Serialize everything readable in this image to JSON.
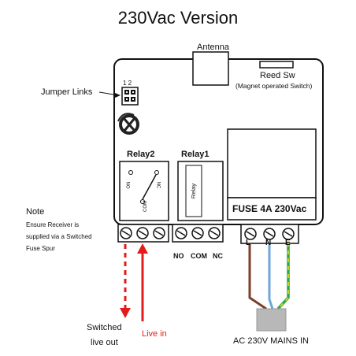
{
  "title": "230Vac Version",
  "labels": {
    "antenna": "Antenna",
    "reed_sw": "Reed Sw",
    "magnet": "(Magnet operated Switch)",
    "jumper_links": "Jumper Links",
    "jumper_numbers": "1 2",
    "relay2": "Relay2",
    "relay1": "Relay1",
    "relay_text": "Relay",
    "contact_no": "NO",
    "contact_nc": "NC",
    "contact_com": "COM",
    "fuse": "FUSE 4A 230Vac",
    "no": "NO",
    "com": "COM",
    "nc": "NC",
    "l": "L",
    "n": "N",
    "e": "E",
    "note_title": "Note",
    "note_line1": "Ensure Receiver is",
    "note_line2": "supplied via a Switched",
    "note_line3": "Fuse Spur",
    "switched": "Switched",
    "live_out": "live out",
    "live_in": "Live in",
    "mains": "AC 230V MAINS IN"
  },
  "colors": {
    "live_out_wire": "#e21c1c",
    "live_in_wire": "#e21c1c",
    "live_wire": "#7b3f2a",
    "neutral_wire": "#6fa6de",
    "earth_wire_green": "#2ea84a",
    "earth_wire_yellow": "#e8e01a",
    "plug": "#b8b8b8"
  }
}
